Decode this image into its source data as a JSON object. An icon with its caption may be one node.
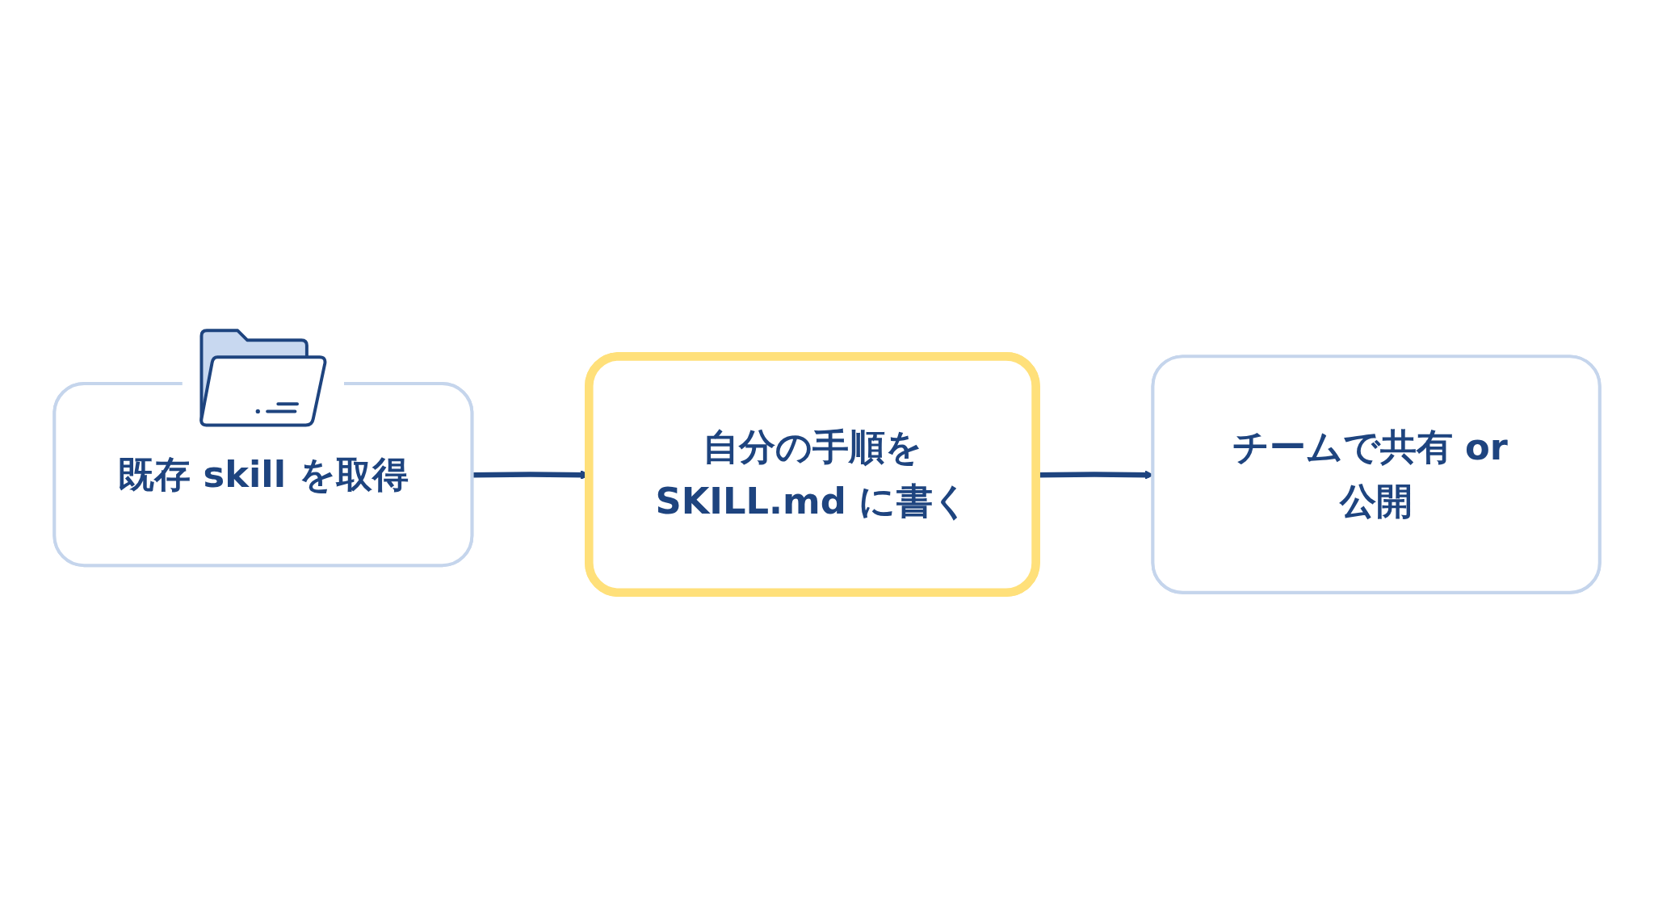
{
  "diagram": {
    "nodes": [
      {
        "text": [
          "既存 skill を取得"
        ]
      },
      {
        "text": [
          "自分の手順をSKILL.md に書く"
        ]
      },
      {
        "text": [
          "チームで共有 or 公開"
        ]
      }
    ],
    "edges": [
      {
        "from": 0,
        "to": 1,
        "arrow": "to"
      },
      {
        "from": 1,
        "to": 2,
        "arrow": "to"
      }
    ]
  }
}
